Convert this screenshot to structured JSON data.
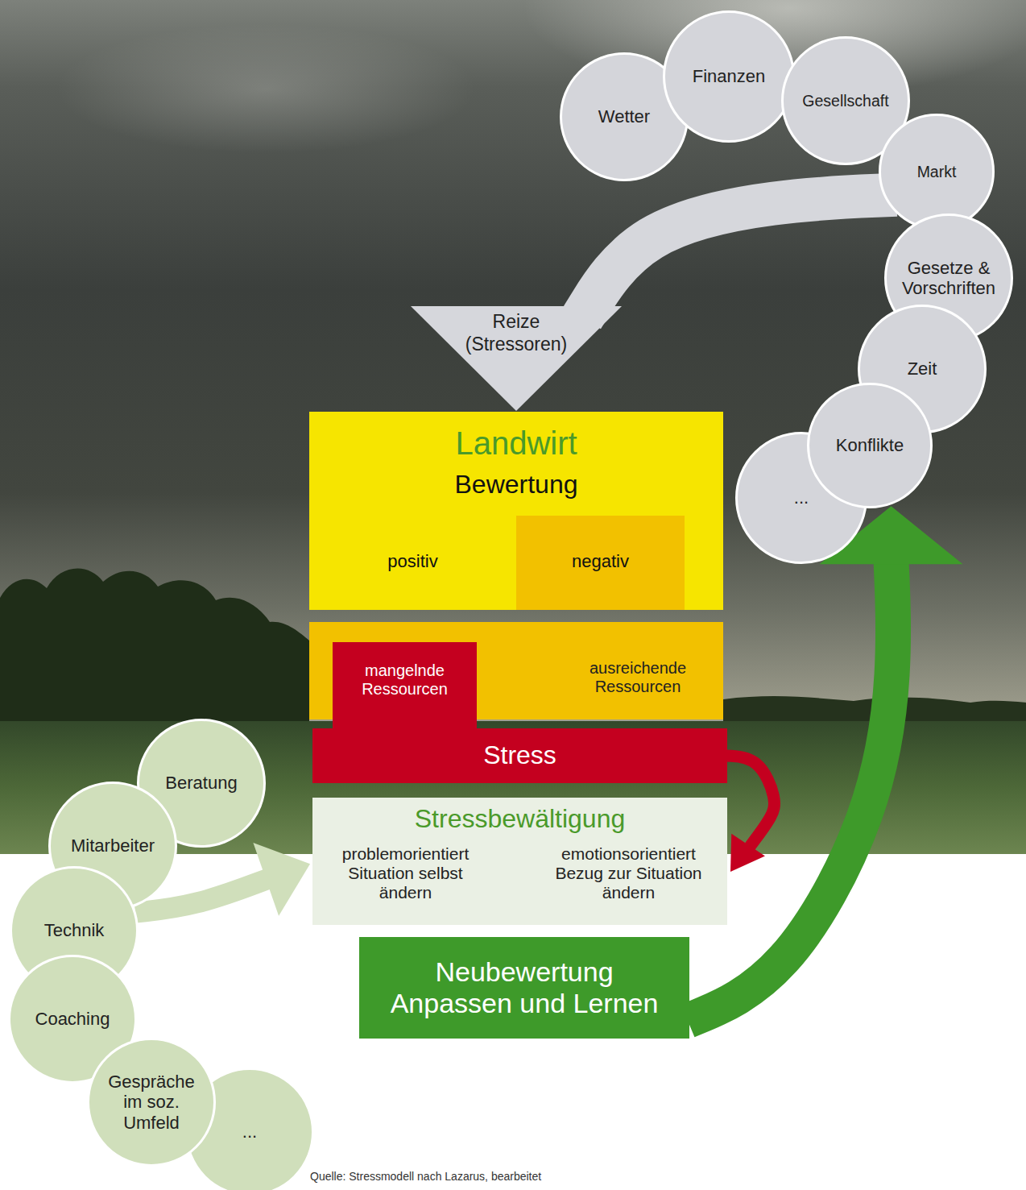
{
  "diagram": {
    "caption": "Quelle: Stressmodell nach Lazarus, bearbeitet",
    "nodes": [
      {
        "text": [
          "Wetter"
        ]
      },
      {
        "text": [
          "Finanzen"
        ]
      },
      {
        "text": [
          "Gesellschaft"
        ]
      },
      {
        "text": [
          "Markt"
        ]
      },
      {
        "text": [
          "Gesetze & Vorschriften"
        ]
      },
      {
        "text": [
          "Zeit"
        ]
      },
      {
        "text": [
          "Konflikte"
        ]
      },
      {
        "text": [
          "..."
        ]
      },
      {
        "text": [
          "Landwirt",
          "Bewertung",
          "positiv"
        ]
      },
      {
        "text": [
          "negativ"
        ],
        "in": 8
      },
      {
        "text": [
          "ausreichende Ressourcen"
        ]
      },
      {
        "text": [
          "mangelnde Ressourcen"
        ],
        "in": 10
      },
      {
        "text": [
          "Stress"
        ]
      },
      {
        "text": [
          "Stressbewältigung",
          "problemorientiert Situation selbst ändern",
          "emotionsorientiert Bezug zur Situation ändern"
        ]
      },
      {
        "text": [
          "Neubewertung Anpassen und Lernen"
        ]
      },
      {
        "text": [
          "Beratung"
        ]
      },
      {
        "text": [
          "Mitarbeiter"
        ]
      },
      {
        "text": [
          "Technik"
        ]
      },
      {
        "text": [
          "Coaching"
        ]
      },
      {
        "text": [
          "Gespräche im soz. Umfeld"
        ]
      },
      {
        "text": [
          "..."
        ]
      }
    ],
    "edges": [
      {
        "from": 3,
        "to": 8,
        "label": "Reize (Stressoren)",
        "arrow": "to"
      },
      {
        "from": 12,
        "to": 13,
        "arrow": "to"
      },
      {
        "from": 17,
        "to": 13,
        "arrow": "to"
      },
      {
        "from": 14,
        "to": 6,
        "arrow": "to"
      }
    ]
  }
}
